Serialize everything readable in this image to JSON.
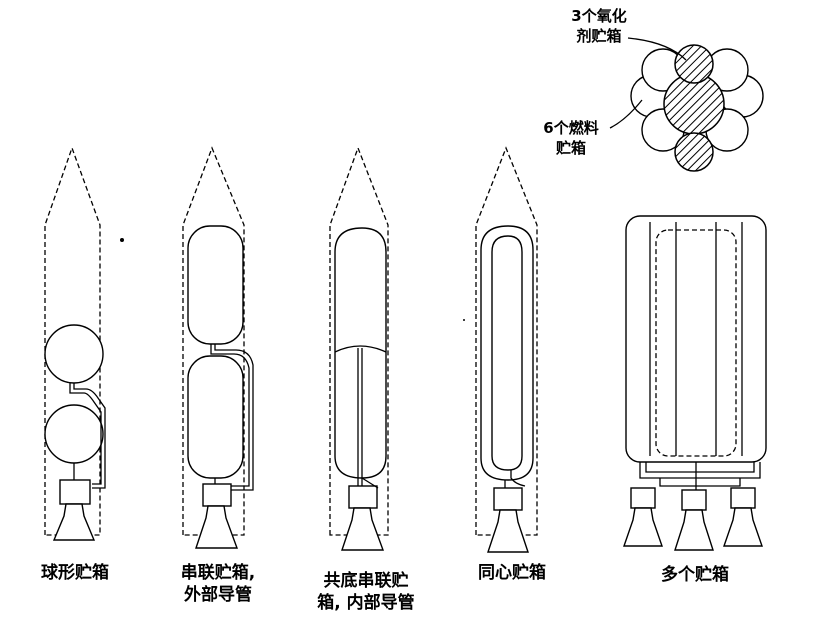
{
  "labels": {
    "spherical": "球形贮箱",
    "tandem_line1": "串联贮箱,",
    "tandem_line2": "外部导管",
    "common_line1": "共底串联贮",
    "common_line2": "箱, 内部导管",
    "concentric": "同心贮箱",
    "multi": "多个贮箱"
  },
  "annotations": {
    "oxidizer_line1": "3个氧化",
    "oxidizer_line2": "剂贮箱",
    "fuel_line1": "6个燃料",
    "fuel_line2": "贮箱"
  },
  "colors": {
    "ink": "#000000",
    "paper": "#ffffff"
  }
}
